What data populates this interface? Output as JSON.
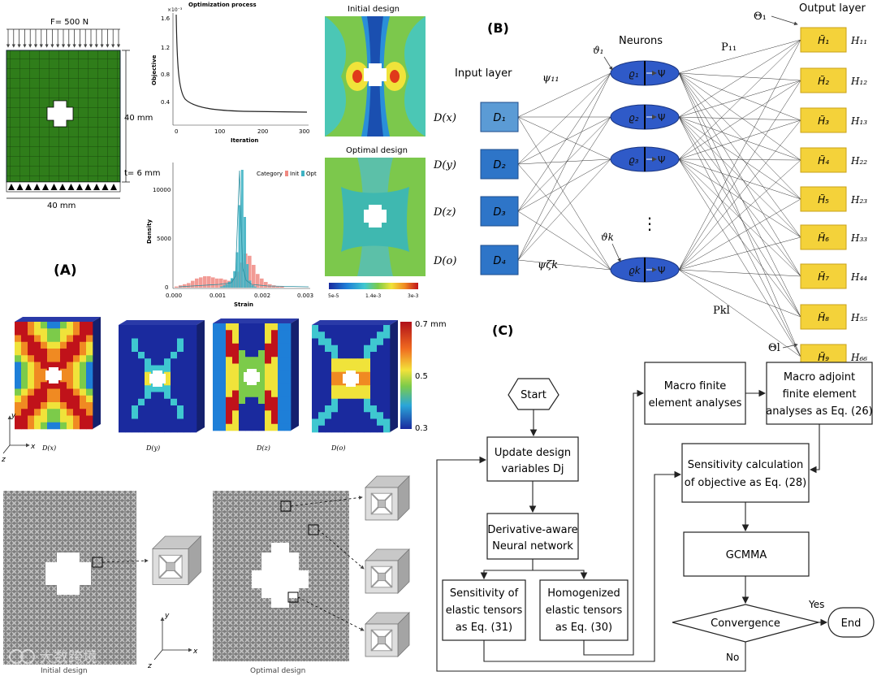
{
  "panel_a": {
    "panel_label": "(A)",
    "load_label": "F= 500 N",
    "height_label": "40 mm",
    "thickness_label": "t= 6 mm",
    "width_label": "40 mm",
    "opt_chart": {
      "title": "Optimization process",
      "exponent": "×10⁻³",
      "ylabel": "Objective",
      "xlabel": "Iteration",
      "yticks": [
        "1.6",
        "1.2",
        "0.8",
        "0.4"
      ],
      "xticks": [
        "0",
        "100",
        "200",
        "300"
      ]
    },
    "hist_chart": {
      "ylabel": "Density",
      "xlabel": "Strain",
      "yticks": [
        "10000",
        "5000",
        "0"
      ],
      "xticks": [
        "0.000",
        "0.001",
        "0.002",
        "0.003"
      ],
      "legend_title": "Category",
      "legend_items": [
        "Init",
        "Opt"
      ],
      "colors": {
        "init": "#f08a82",
        "opt": "#3fb3c4"
      }
    },
    "initial_title": "Initial design",
    "optimal_title": "Optimal design",
    "colorbar_ticks": [
      "5e-5",
      "1.4e-3",
      "3e-3"
    ]
  },
  "panel_b": {
    "panel_label": "(B)",
    "input_layer_label": "Input layer",
    "neurons_label": "Neurons",
    "output_layer_label": "Output layer",
    "inputs": [
      {
        "node": "D₁",
        "label": "D(x)"
      },
      {
        "node": "D₂",
        "label": "D(y)"
      },
      {
        "node": "D₃",
        "label": "D(z)"
      },
      {
        "node": "D₄",
        "label": "D(o)"
      }
    ],
    "neurons": [
      "ϱ₁",
      "ϱ₂",
      "ϱ₃",
      "ϱk"
    ],
    "neuron_fn": "Ψ",
    "outputs": [
      {
        "node": "H̃₁",
        "label": "H₁₁"
      },
      {
        "node": "H̃₂",
        "label": "H₁₂"
      },
      {
        "node": "H̃₃",
        "label": "H₁₃"
      },
      {
        "node": "H̃₄",
        "label": "H₂₂"
      },
      {
        "node": "H̃₅",
        "label": "H₂₃"
      },
      {
        "node": "H̃₆",
        "label": "H₃₃"
      },
      {
        "node": "H̃₇",
        "label": "H₄₄"
      },
      {
        "node": "H̃₈",
        "label": "H₅₅"
      },
      {
        "node": "H̃₉",
        "label": "H₆₆"
      }
    ],
    "psi_11": "ψ₁₁",
    "psi_zk": "ψζk",
    "theta_1": "ϑ₁",
    "theta_k": "ϑk",
    "rho_11": "P₁₁",
    "rho_kl": "Pkl",
    "big_theta_1": "Θ₁",
    "big_theta_l": "Θl",
    "dots": "⋮"
  },
  "panel_disp": {
    "legend_max": "0.7 mm",
    "legend_mid": "0.5",
    "legend_min": "0.3",
    "labels": [
      "D(x)",
      "D(y)",
      "D(z)",
      "D(o)"
    ],
    "axis_y": "y",
    "axis_x": "x",
    "axis_z": "z"
  },
  "panel_lattice": {
    "initial_caption": "Initial design",
    "optimal_caption": "Optimal design",
    "axis_y": "y",
    "axis_x": "x",
    "axis_z": "z",
    "watermark": "大数跨境"
  },
  "panel_c": {
    "panel_label": "(C)",
    "start": "Start",
    "update": [
      "Update design",
      "variables Dj"
    ],
    "nn": [
      "Derivative-aware",
      "Neural network"
    ],
    "sens_elastic": [
      "Sensitivity of",
      "elastic tensors",
      "as Eq. (31)"
    ],
    "homog": [
      "Homogenized",
      "elastic tensors",
      "as Eq. (30)"
    ],
    "macro_fe": [
      "Macro finite",
      "element analyses"
    ],
    "macro_adj": [
      "Macro adjoint",
      "finite element",
      "analyses as Eq. (26)"
    ],
    "sens_calc": [
      "Sensitivity calculation",
      "of objective as Eq. (28)"
    ],
    "gcmma": "GCMMA",
    "convergence": "Convergence",
    "yes": "Yes",
    "no": "No",
    "end": "End"
  }
}
